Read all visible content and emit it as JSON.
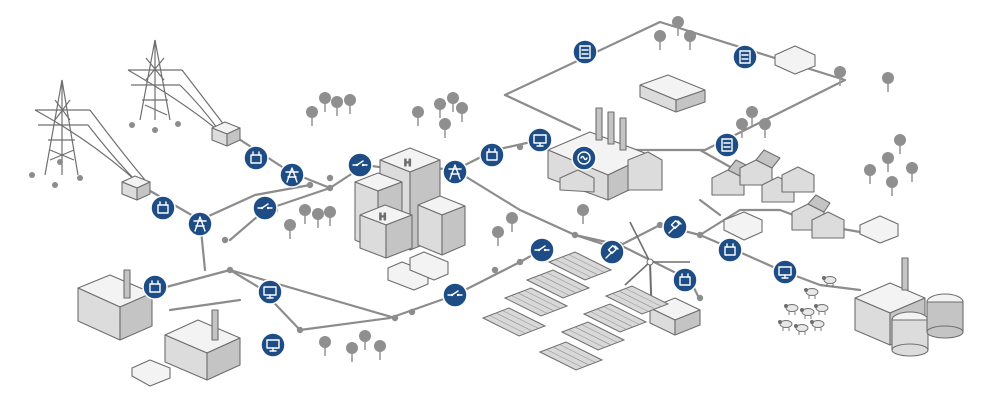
{
  "diagram": {
    "colors": {
      "badge": "#1d4d84",
      "line": "#8c8c8c",
      "outline": "#6e6e6e",
      "tree": "#8f8f8f"
    },
    "badges": [
      {
        "id": "badge-transformer-1",
        "icon": "transformer-icon"
      },
      {
        "id": "badge-pylon-1",
        "icon": "pylon-icon"
      },
      {
        "id": "badge-transformer-2",
        "icon": "transformer-icon"
      },
      {
        "id": "badge-pylon-2",
        "icon": "pylon-icon"
      },
      {
        "id": "badge-switch-1",
        "icon": "switch-icon"
      },
      {
        "id": "badge-switch-2",
        "icon": "switch-icon"
      },
      {
        "id": "badge-pylon-3",
        "icon": "pylon-icon"
      },
      {
        "id": "badge-transformer-3",
        "icon": "transformer-icon"
      },
      {
        "id": "badge-monitor-1",
        "icon": "monitor-icon"
      },
      {
        "id": "badge-generator-1",
        "icon": "generator-icon"
      },
      {
        "id": "badge-battery-1",
        "icon": "battery-module-icon"
      },
      {
        "id": "badge-battery-2",
        "icon": "battery-module-icon"
      },
      {
        "id": "badge-battery-3",
        "icon": "battery-module-icon"
      },
      {
        "id": "badge-switch-3",
        "icon": "switch-icon"
      },
      {
        "id": "badge-plug-1",
        "icon": "plug-icon"
      },
      {
        "id": "badge-plug-2",
        "icon": "plug-icon"
      },
      {
        "id": "badge-transformer-4",
        "icon": "transformer-icon"
      },
      {
        "id": "badge-transformer-5",
        "icon": "transformer-icon"
      },
      {
        "id": "badge-monitor-2",
        "icon": "monitor-icon"
      },
      {
        "id": "badge-monitor-3",
        "icon": "monitor-icon"
      },
      {
        "id": "badge-transformer-6",
        "icon": "transformer-icon"
      },
      {
        "id": "badge-monitor-4",
        "icon": "monitor-icon"
      },
      {
        "id": "badge-switch-4",
        "icon": "switch-icon"
      }
    ],
    "objects": [
      {
        "id": "power-pylon-left",
        "kind": "transmission-tower"
      },
      {
        "id": "power-pylon-right",
        "kind": "transmission-tower"
      },
      {
        "id": "hospital-building",
        "kind": "hospital"
      },
      {
        "id": "power-plant",
        "kind": "factory"
      },
      {
        "id": "battery-storage",
        "kind": "battery"
      },
      {
        "id": "houses",
        "kind": "residential"
      },
      {
        "id": "solar-field",
        "kind": "solar-panels"
      },
      {
        "id": "wind-turbine",
        "kind": "wind-turbine"
      },
      {
        "id": "biogas-plant",
        "kind": "biogas"
      },
      {
        "id": "industrial-hall-1",
        "kind": "industrial-building"
      },
      {
        "id": "industrial-hall-2",
        "kind": "industrial-building"
      },
      {
        "id": "electric-cars",
        "kind": "vehicles"
      },
      {
        "id": "cows",
        "kind": "livestock"
      }
    ]
  }
}
